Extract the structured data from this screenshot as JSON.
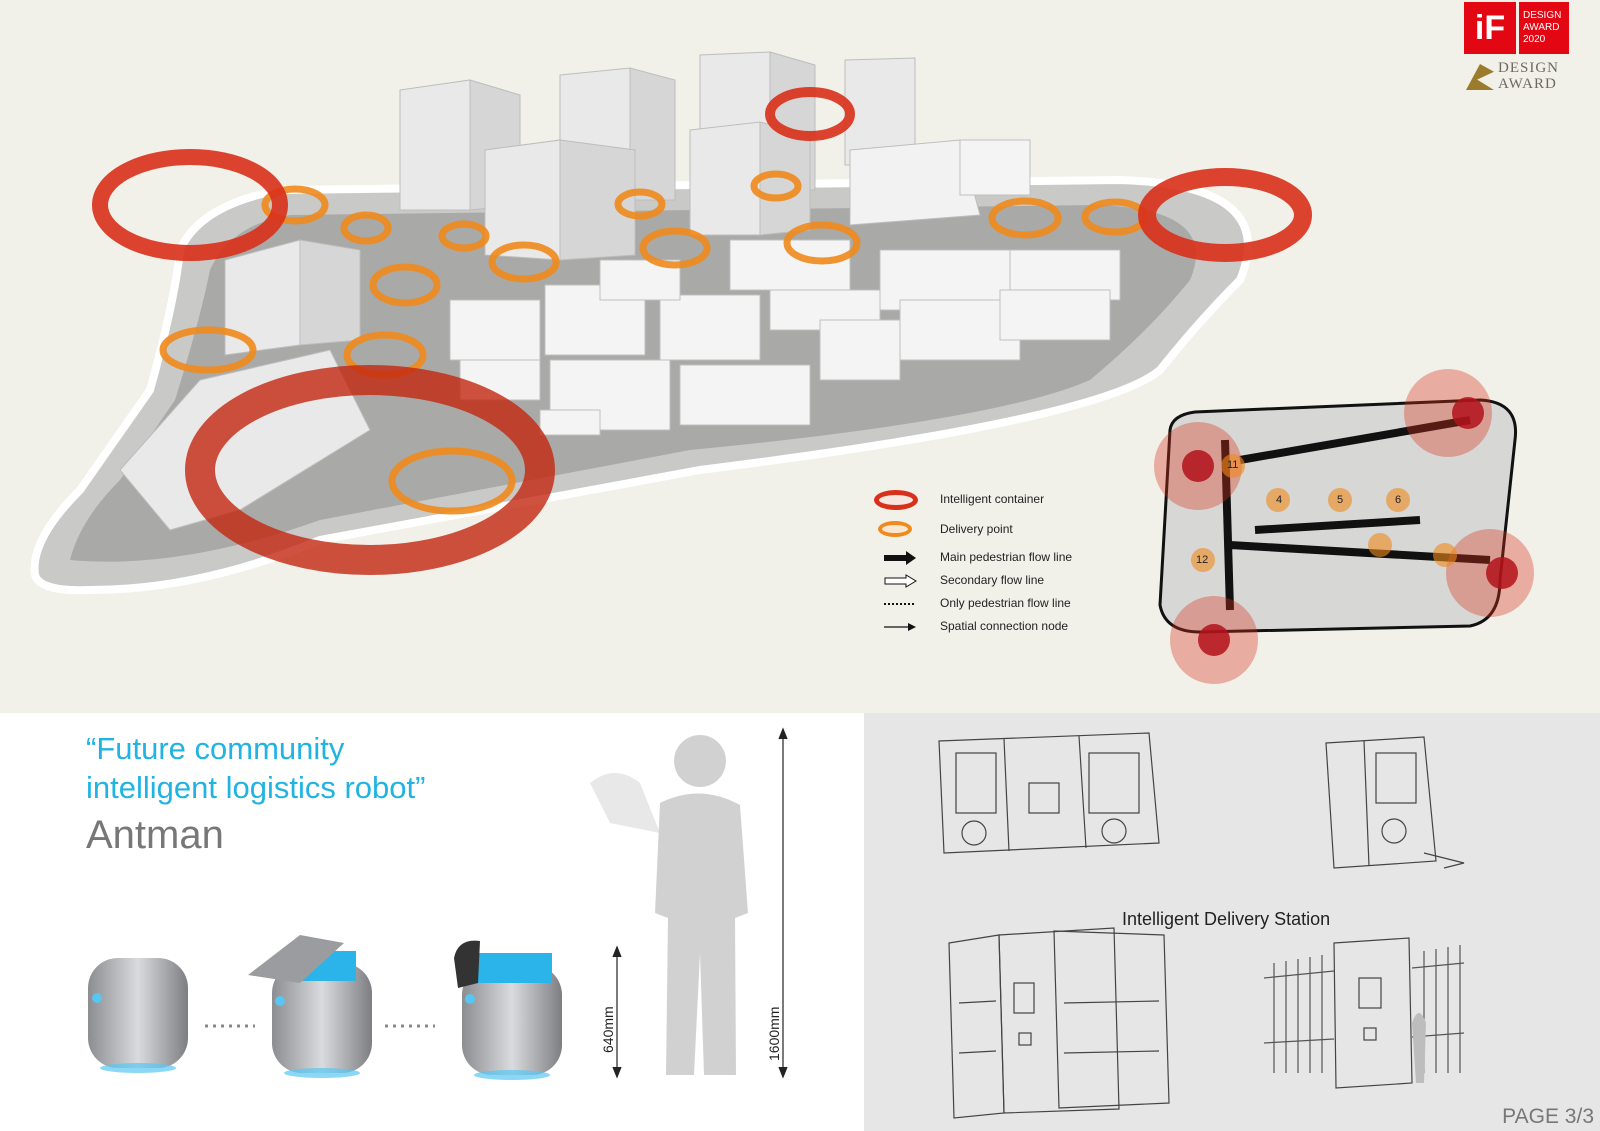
{
  "awards": {
    "if_logo": "iF",
    "if_lines": [
      "DESIGN",
      "AWARD",
      "2020"
    ],
    "golden_lines": [
      "DESIGN",
      "AWARD"
    ]
  },
  "legend": {
    "items": [
      {
        "label": "Intelligent container",
        "icon": "red-ring-icon"
      },
      {
        "label": "Delivery point",
        "icon": "orange-ring-icon"
      },
      {
        "label": "Main pedestrian flow line",
        "icon": "bold-arrow-icon"
      },
      {
        "label": "Secondary flow line",
        "icon": "hollow-arrow-icon"
      },
      {
        "label": "Only pedestrian flow line",
        "icon": "dotted-line-icon"
      },
      {
        "label": "Spatial connection node",
        "icon": "thin-arrow-icon"
      }
    ]
  },
  "site_plan": {
    "node_numbers": [
      "11",
      "4",
      "5",
      "6",
      "12"
    ]
  },
  "product": {
    "title_lines": [
      "“Future community",
      "intelligent logistics robot”"
    ],
    "name": "Antman",
    "robot_height": "640mm",
    "human_height": "1600mm"
  },
  "station": {
    "label": "Intelligent Delivery Station"
  },
  "page_number": "PAGE 3/3",
  "colors": {
    "top_bg": "#f1f0e9",
    "accent_blue": "#21b4e2",
    "container_red": "#d8301a",
    "delivery_orange": "#ef8a1c",
    "award_red": "#e30613",
    "award_gold": "#9b7b2c"
  }
}
